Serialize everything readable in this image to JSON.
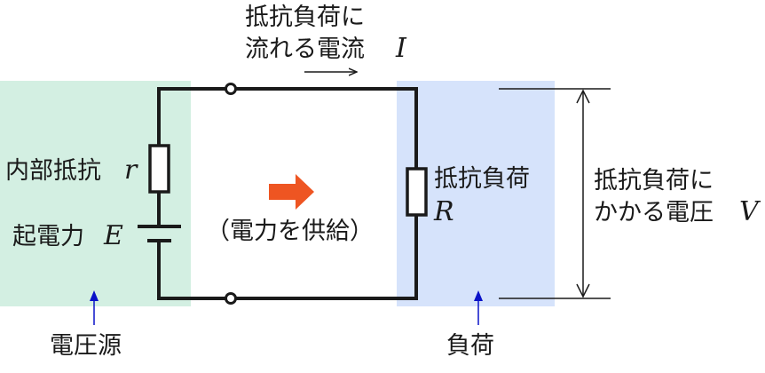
{
  "labels": {
    "current_line1": "抵抗負荷に",
    "current_line2": "流れる電流",
    "current_symbol": "I",
    "internal_resistance": "内部抵抗",
    "internal_resistance_symbol": "r",
    "emf": "起電力",
    "emf_symbol": "E",
    "power_supply": "（電力を供給）",
    "load_resistor_line1": "抵抗負荷",
    "load_resistor_symbol": "R",
    "voltage_line1": "抵抗負荷に",
    "voltage_line2": "かかる電圧",
    "voltage_symbol": "V",
    "source_region": "電圧源",
    "load_region": "負荷"
  },
  "colors": {
    "source_region": "#d3efe2",
    "load_region": "#d6e3fb",
    "wire": "#1a1a1a",
    "power_arrow": "#ee5522",
    "region_pointer": "#0a12c8"
  }
}
